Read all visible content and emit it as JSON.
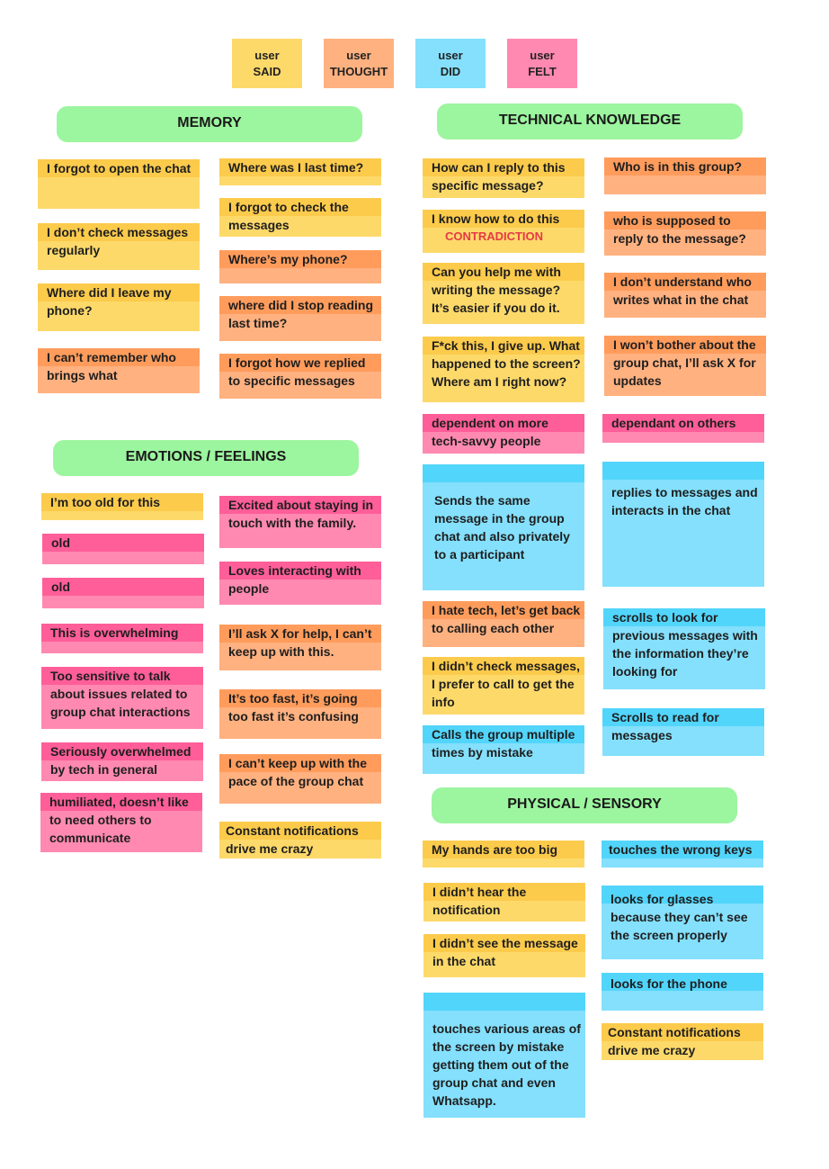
{
  "legend": [
    {
      "line1": "user",
      "line2": "SAID"
    },
    {
      "line1": "user",
      "line2": "THOUGHT"
    },
    {
      "line1": "user",
      "line2": "DID"
    },
    {
      "line1": "user",
      "line2": "FELT"
    }
  ],
  "sections": {
    "memory": "MEMORY",
    "technical": "TECHNICAL KNOWLEDGE",
    "emotions": "EMOTIONS / FEELINGS",
    "physical": "PHYSICAL / SENSORY"
  },
  "memory": {
    "left": [
      "I forgot to open the chat",
      "I don’t check messages regularly",
      "Where did I leave my phone?",
      "I can’t remember who brings what"
    ],
    "right": [
      "Where was I last time?",
      "I forgot to check the messages",
      "Where’s my phone?",
      "where did I stop reading last time?",
      "I forgot how we replied to specific messages"
    ]
  },
  "technical": {
    "left": [
      "How can I reply to this specific message?",
      "I know how to do this",
      "Can you help me with writing the message? It’s easier if you do it.",
      "F*ck this, I give up. What happened to the screen? Where am I right now?",
      "dependent on more tech-savvy people",
      "Sends the same message in the group chat and also privately to a participant",
      "I hate tech, let’s get back to calling each other",
      "I didn’t check messages, I prefer to call to get the info",
      "Calls the group multiple times by mistake"
    ],
    "contradiction": "CONTRADICTION",
    "right": [
      "Who is in this group?",
      "who is supposed to reply to the message?",
      "I don’t understand who writes what in the chat",
      "I won’t bother about the group chat, I’ll ask X for updates",
      "dependant on others",
      "replies to messages and interacts in the chat",
      "scrolls to look for previous messages with the information they’re looking for",
      "Scrolls to read for messages"
    ]
  },
  "emotions": {
    "left": [
      "I’m too old for this",
      "old",
      "old",
      "This is overwhelming",
      "Too sensitive to talk about issues related to group chat interactions",
      "Seriously overwhelmed by tech in general",
      "humiliated, doesn’t like to need others to communicate"
    ],
    "right": [
      "Excited about staying in touch with the family.",
      "Loves interacting with people",
      "I’ll ask X for help, I can’t keep up with this.",
      "It’s too fast, it’s going too fast it’s confusing",
      "I can’t keep up with the pace of the group chat",
      "Constant notifications drive me crazy"
    ]
  },
  "physical": {
    "left": [
      "My hands are too big",
      "I didn’t hear the notification",
      "I didn’t see the message in the chat",
      "touches various areas of the screen by mistake getting them out of the group chat and even Whatsapp."
    ],
    "right": [
      "touches the wrong keys",
      "looks for glasses because they can’t see the screen properly",
      "looks for the phone",
      "Constant notifications drive me crazy"
    ]
  },
  "colors": {
    "said": "#fdd96a",
    "thought": "#ffb180",
    "did": "#84e0fc",
    "felt": "#ff89b1",
    "header": "#9cf59f",
    "contradiction": "#e53945"
  }
}
